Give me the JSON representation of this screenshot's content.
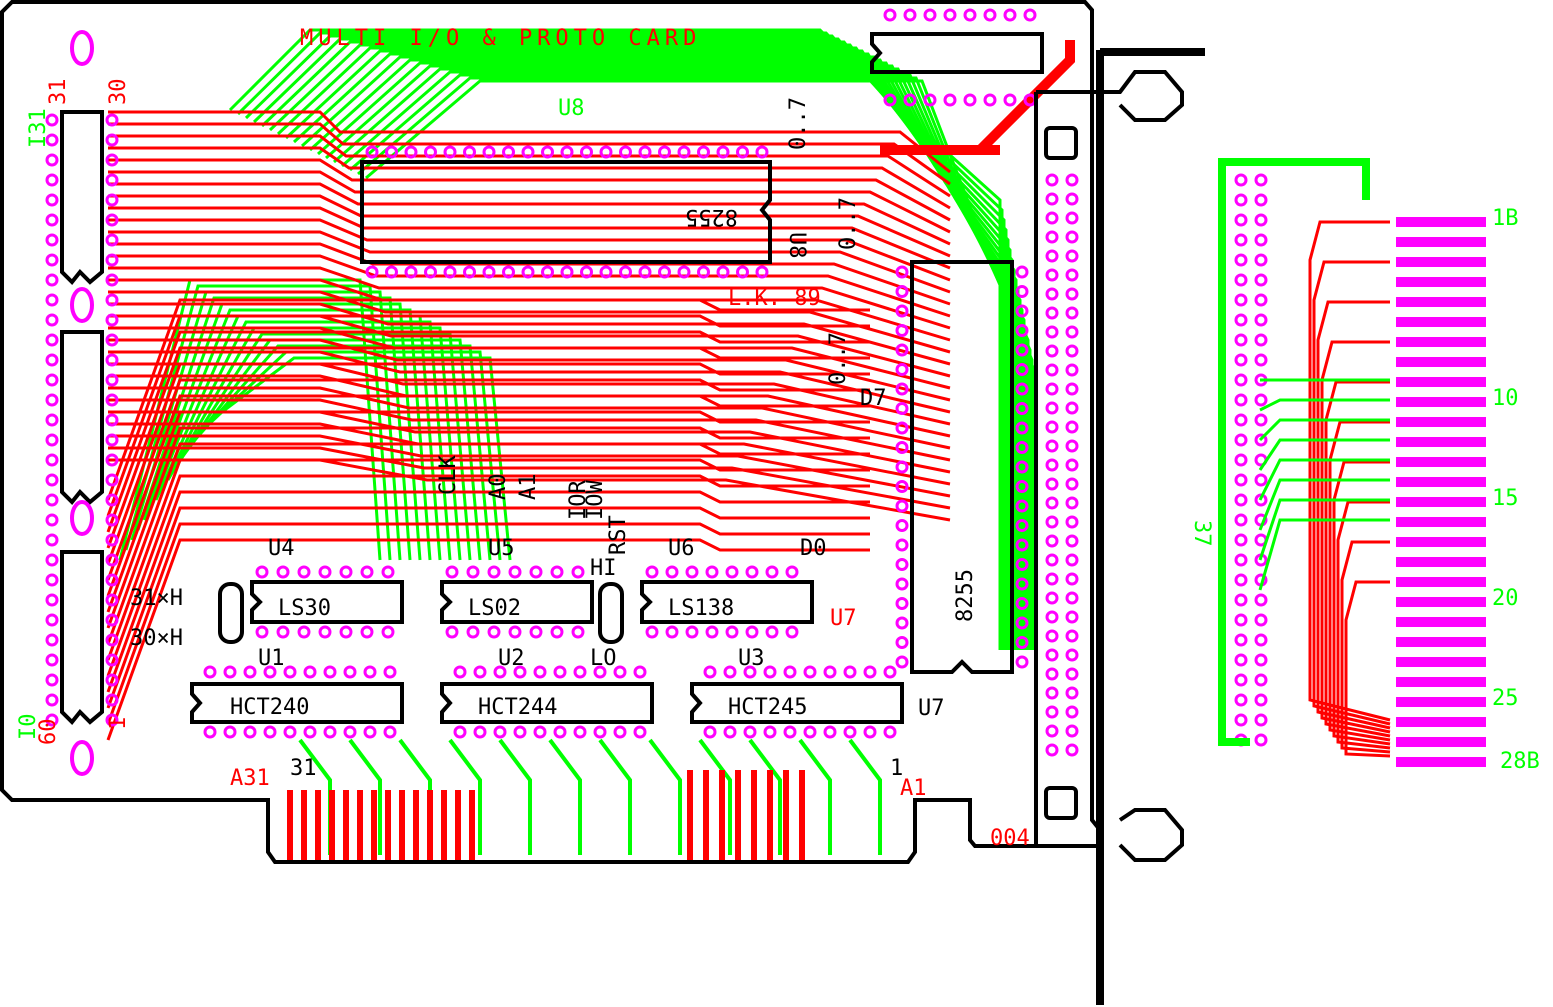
{
  "board": {
    "title": "MULTI I/O & PROTO CARD",
    "colors": {
      "trace_top": "#ff0000",
      "trace_bottom": "#00ff00",
      "pad": "#ff00ff",
      "outline": "#000000",
      "background": "#ffffff"
    }
  },
  "chips": [
    {
      "part": "8255",
      "ref": "U8"
    },
    {
      "part": "8255",
      "ref": "U7"
    },
    {
      "part": "LS30",
      "ref": "U4"
    },
    {
      "part": "LS02",
      "ref": "U5"
    },
    {
      "part": "LS138",
      "ref": "U6"
    },
    {
      "part": "HCT240",
      "ref": "U1"
    },
    {
      "part": "HCT244",
      "ref": "U2"
    },
    {
      "part": "HCT245",
      "ref": "U3"
    }
  ],
  "silk_labels": {
    "u8_top": "U8",
    "u8_side": "U8",
    "u7_side": "U7",
    "u7_bottom": "U7",
    "clk": "CLK",
    "a0": "A0",
    "a1": "A1",
    "ior": "IOR",
    "iow": "IOW",
    "rst": "RST",
    "hi": "HI",
    "lo": "LO",
    "d0": "D0",
    "d7": "D7",
    "h31": "31×H",
    "h30": "30×H",
    "a31": "A31",
    "n31": "31",
    "n1": "1",
    "a1_edge": "A1",
    "n004": "004",
    "pa0": "0..7",
    "pb0": "0..7",
    "pc0": "0..7",
    "lk": "L.K. 89",
    "i31": "I31",
    "n31_left": "31",
    "n30_left": "30",
    "i0": "I0",
    "n60": "60",
    "i1": "1"
  },
  "connector": {
    "pin_labels": [
      "1B",
      "10",
      "15",
      "20",
      "25",
      "28B"
    ],
    "side_label": "37"
  }
}
